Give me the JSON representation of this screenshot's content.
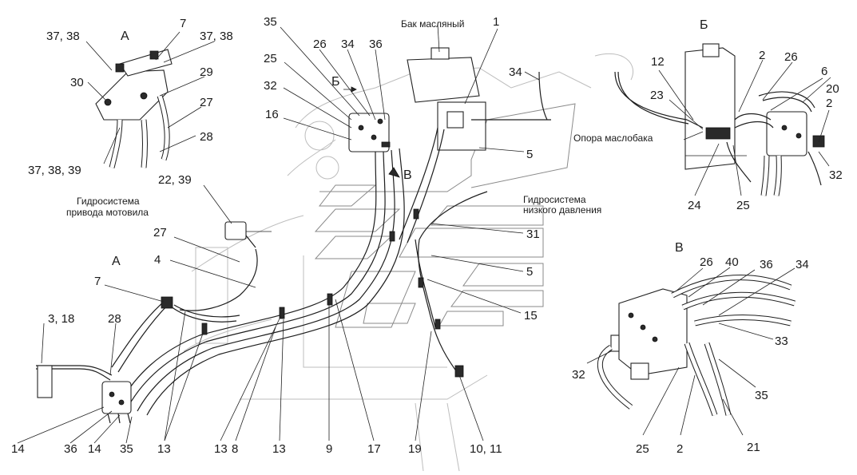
{
  "views": {
    "a": {
      "title": "А"
    },
    "b": {
      "title": "Б"
    },
    "v": {
      "title": "В"
    }
  },
  "main": {
    "marker_a": "А",
    "marker_b": "Б",
    "marker_v": "В"
  },
  "captions": {
    "oil_tank": "Бак масляный",
    "reel_drive_line1": "Гидросистема",
    "reel_drive_line2": "привода мотовила",
    "low_pressure_line1": "Гидросистема",
    "low_pressure_line2": "низкого давления",
    "tank_support": "Опора маслобака"
  },
  "labels": {
    "a_37_38_left": "37, 38",
    "a_7": "7",
    "a_37_38_right": "37, 38",
    "a_30": "30",
    "a_29": "29",
    "a_27": "27",
    "a_28": "28",
    "a_37_38_39": "37, 38, 39",
    "m_35": "35",
    "m_26": "26",
    "m_34_top": "34",
    "m_36_top": "36",
    "m_1": "1",
    "m_25": "25",
    "m_32": "32",
    "m_16": "16",
    "m_34_right": "34",
    "m_5_upper": "5",
    "m_22_39": "22, 39",
    "m_27": "27",
    "m_4": "4",
    "m_7": "7",
    "m_3_18": "3, 18",
    "m_28": "28",
    "m_31": "31",
    "m_5_lower": "5",
    "m_15": "15",
    "m_14_left": "14",
    "m_36_bottom": "36",
    "m_14_right": "14",
    "m_35_bottom": "35",
    "m_13_a": "13",
    "m_13_b": "13",
    "m_8": "8",
    "m_13_c": "13",
    "m_9": "9",
    "m_17": "17",
    "m_19": "19",
    "m_10_11": "10, 11",
    "b_12": "12",
    "b_2_top": "2",
    "b_26": "26",
    "b_6": "6",
    "b_20": "20",
    "b_23": "23",
    "b_2_right": "2",
    "b_32": "32",
    "b_24": "24",
    "b_25": "25",
    "v_26": "26",
    "v_40": "40",
    "v_36": "36",
    "v_34": "34",
    "v_33": "33",
    "v_32": "32",
    "v_35": "35",
    "v_25": "25",
    "v_2": "2",
    "v_21": "21"
  }
}
